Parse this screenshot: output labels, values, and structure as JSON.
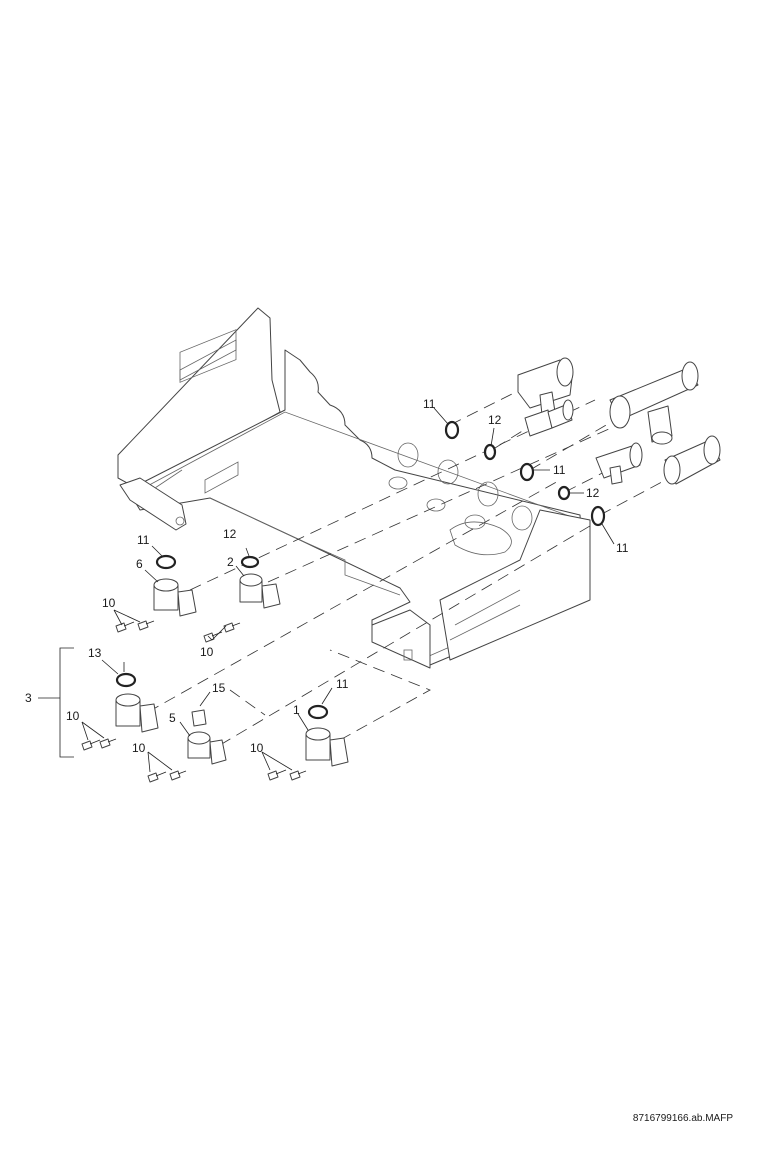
{
  "callouts": [
    {
      "id": "c11a",
      "text": "11"
    },
    {
      "id": "c12a",
      "text": "12"
    },
    {
      "id": "c11b",
      "text": "11"
    },
    {
      "id": "c12b",
      "text": "12"
    },
    {
      "id": "c11c",
      "text": "11"
    },
    {
      "id": "c11d",
      "text": "11"
    },
    {
      "id": "c6",
      "text": "6"
    },
    {
      "id": "c12c",
      "text": "12"
    },
    {
      "id": "c2",
      "text": "2"
    },
    {
      "id": "c10a",
      "text": "10"
    },
    {
      "id": "c10b",
      "text": "10"
    },
    {
      "id": "c13",
      "text": "13"
    },
    {
      "id": "c3",
      "text": "3"
    },
    {
      "id": "c15",
      "text": "15"
    },
    {
      "id": "c11e",
      "text": "11"
    },
    {
      "id": "c10c",
      "text": "10"
    },
    {
      "id": "c5",
      "text": "5"
    },
    {
      "id": "c1",
      "text": "1"
    },
    {
      "id": "c10d",
      "text": "10"
    },
    {
      "id": "c10e",
      "text": "10"
    }
  ],
  "reference_code": "8716799166.ab.MAFP"
}
